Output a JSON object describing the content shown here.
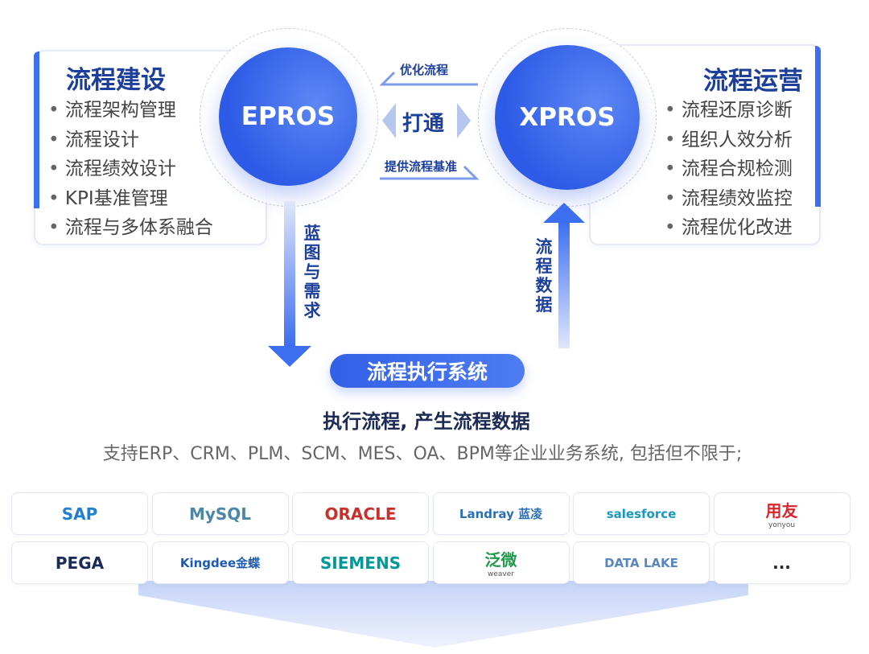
{
  "left": {
    "title": "流程建设",
    "items": [
      "流程架构管理",
      "流程设计",
      "流程绩效设计",
      "KPI基准管理",
      "流程与多体系融合"
    ]
  },
  "right": {
    "title": "流程运营",
    "items": [
      "流程还原诊断",
      "组织人效分析",
      "流程合规检测",
      "流程绩效监控",
      "流程优化改进"
    ]
  },
  "epros": "EPROS",
  "xpros": "XPROS",
  "top_arrow": "优化流程",
  "bottom_arrow": "提供流程基准",
  "connect": "打通",
  "down_label": "蓝图与需求",
  "up_label": "流程数据",
  "exec_system": "流程执行系统",
  "exec_heading": "执行流程, 产生流程数据",
  "exec_desc": "支持ERP、CRM、PLM、SCM、MES、OA、BPM等企业业务系统, 包括但不限于;",
  "logos": [
    {
      "text": "SAP",
      "color": "#1f7fd0"
    },
    {
      "text": "MySQL",
      "color": "#4a86a8"
    },
    {
      "text": "ORACLE",
      "color": "#c9302c"
    },
    {
      "text": "Landray 蓝凌",
      "color": "#2a6fb8"
    },
    {
      "text": "salesforce",
      "color": "#1798c1"
    },
    {
      "text": "用友",
      "sub": "yonyou",
      "color": "#d9262c"
    },
    {
      "text": "PEGA",
      "color": "#1a2a5a"
    },
    {
      "text": "Kingdee金蝶",
      "color": "#1c5bb5"
    },
    {
      "text": "SIEMENS",
      "color": "#009999"
    },
    {
      "text": "泛微",
      "sub": "weaver",
      "color": "#1f9a4a"
    },
    {
      "text": "DATA LAKE",
      "color": "#5a86c0"
    },
    {
      "text": "...",
      "color": "#222"
    }
  ],
  "colors": {
    "accent": "#3d6ef0",
    "title": "#1c3f9c"
  }
}
